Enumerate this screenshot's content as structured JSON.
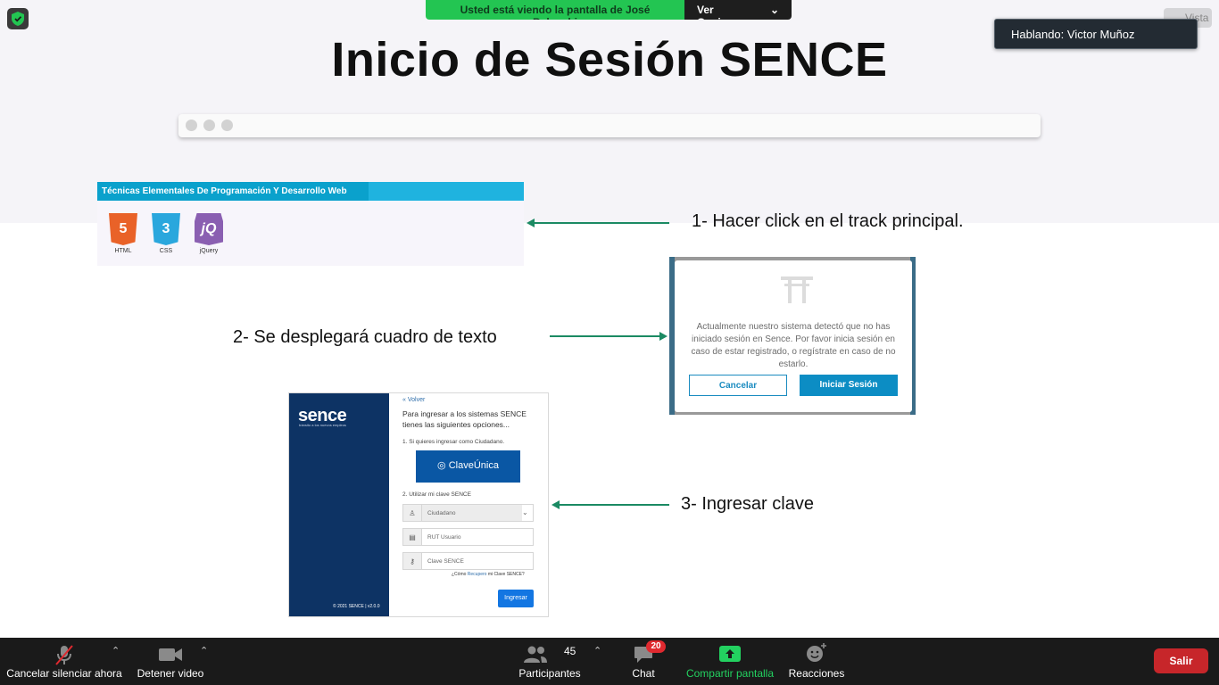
{
  "meeting": {
    "share_banner": "Usted está viendo la pantalla de José Balocchi",
    "view_options": "Ver Opciones",
    "view_button": "Vista",
    "active_speaker": "Hablando: Victor Muñoz"
  },
  "slide": {
    "title": "Inicio de Sesión SENCE",
    "track_title": "Técnicas Elementales De Programación Y Desarrollo Web",
    "tech_labels": [
      "HTML",
      "CSS",
      "jQuery"
    ],
    "tech_badges": [
      "5",
      "3",
      "jQ"
    ],
    "step1": "1- Hacer click en el track principal.",
    "step2": "2- Se desplegará cuadro de texto",
    "step3": "3- Ingresar clave",
    "modal": {
      "message": "Actualmente nuestro sistema detectó que no has iniciado sesión en Sence. Por favor inicia sesión en caso de estar registrado, o regístrate en caso de no estarlo.",
      "cancel": "Cancelar",
      "login": "Iniciar Sesión"
    },
    "sence": {
      "logo": "sence",
      "tagline": "tránsito a los nuevos empleos",
      "copyright": "© 2021 SENCE | v2.0.0",
      "back": "« Volver",
      "intro": "Para ingresar a los sistemas SENCE tienes las siguientes opciones...",
      "option1": "1. Si quieres ingresar como Ciudadano.",
      "clave_unica": "ClaveÚnica",
      "option2": "2. Utilizar mi clave SENCE",
      "select_value": "Ciudadano",
      "rut_placeholder": "RUT Usuario",
      "pass_placeholder": "Clave SENCE",
      "forgot_prefix": "¿Cómo ",
      "forgot_link": "Recupero",
      "forgot_suffix": " mi Clave SENCE?",
      "submit": "Ingresar"
    }
  },
  "toolbar": {
    "mute": "Cancelar silenciar ahora",
    "video": "Detener video",
    "participants": "Participantes",
    "participants_count": "45",
    "chat": "Chat",
    "chat_badge": "20",
    "share": "Compartir pantalla",
    "reactions": "Reacciones",
    "leave": "Salir"
  },
  "colors": {
    "banner_green": "#23c552",
    "toolbar_bg": "#1a1a1a",
    "leave_red": "#c7262a",
    "arrow_green": "#1b8a63",
    "sence_blue": "#0d3364"
  }
}
